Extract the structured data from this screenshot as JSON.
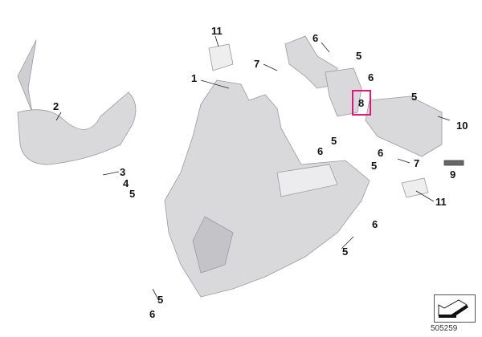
{
  "diagram": {
    "callouts": [
      "11",
      "1",
      "2",
      "3",
      "4",
      "5",
      "6",
      "5",
      "7",
      "6",
      "5",
      "8",
      "10",
      "5",
      "6",
      "6",
      "5",
      "7",
      "9",
      "11",
      "6",
      "5",
      "5",
      "6"
    ],
    "highlighted_callout": "8",
    "highlight_color": "#e0187a",
    "reference_number": "505259"
  }
}
